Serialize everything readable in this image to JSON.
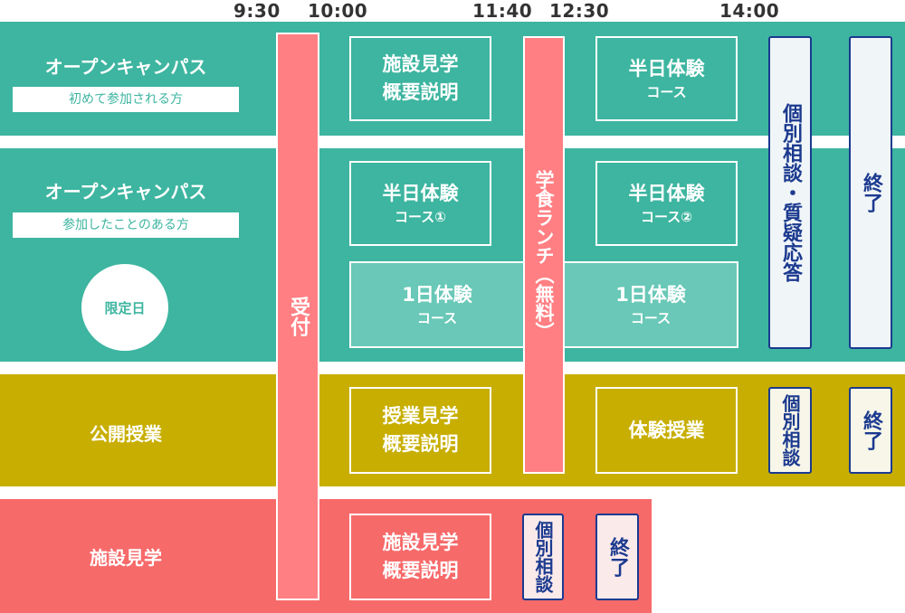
{
  "times": [
    "9:30",
    "10:00",
    "11:40",
    "12:30",
    "14:00"
  ],
  "rows": {
    "oc1": {
      "title": "オープンキャンパス",
      "subtitle": "初めて参加される方"
    },
    "oc2": {
      "title": "オープンキャンパス",
      "subtitle": "参加したことのある方",
      "badge": "限定日"
    },
    "open_class": {
      "title": "公開授業"
    },
    "facility": {
      "title": "施設見学"
    }
  },
  "reception": "受付",
  "lunch": "学食ランチ（無料）",
  "boxes": {
    "oc1_tour": [
      "施設見学",
      "概要説明"
    ],
    "oc1_half": [
      "半日体験",
      "コース"
    ],
    "oc2_half1": [
      "半日体験",
      "コース①"
    ],
    "oc2_half2": [
      "半日体験",
      "コース②"
    ],
    "oc2_full1": [
      "1日体験",
      "コース"
    ],
    "oc2_full2": [
      "1日体験",
      "コース"
    ],
    "oclass_tour": [
      "授業見学",
      "概要説明"
    ],
    "oclass_trial": "体験授業",
    "fac_tour": [
      "施設見学",
      "概要説明"
    ]
  },
  "consult_qa": "個別相談・質疑応答",
  "consult": "個別相談",
  "end": "終了"
}
